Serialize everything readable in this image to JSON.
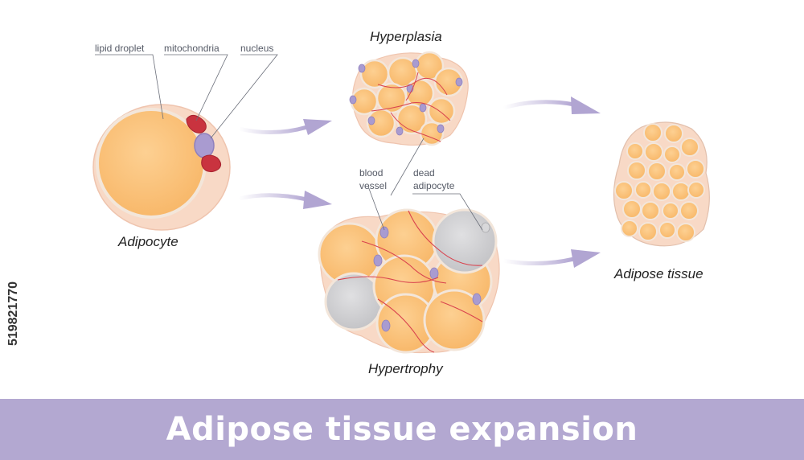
{
  "labels": {
    "lipid_droplet": "lipid droplet",
    "mitochondria": "mitochondria",
    "nucleus": "nucleus",
    "blood_vessel_line1": "blood",
    "blood_vessel_line2": "vessel",
    "dead_adipocyte_line1": "dead",
    "dead_adipocyte_line2": "adipocyte"
  },
  "captions": {
    "adipocyte": "Adipocyte",
    "hyperplasia": "Hyperplasia",
    "hypertrophy": "Hypertrophy",
    "adipose_tissue": "Adipose tissue"
  },
  "title": "Adipose tissue expansion",
  "stock_id": "519821770",
  "colors": {
    "fat": "#fcc47d",
    "membrane": "#f7dccb",
    "nucleus": "#a99bd0",
    "mitochondria": "#c9333f",
    "vessel": "#d9434e",
    "dead_cell": "#d0d0d2",
    "arrow": "#b9aed6",
    "title_bar": "#b3a8d1"
  }
}
